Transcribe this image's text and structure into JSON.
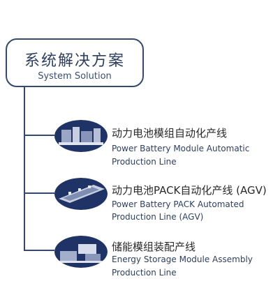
{
  "root": {
    "title_zh": "系统解决方案",
    "title_en": "System Solution"
  },
  "items": [
    {
      "title_zh": "动力电池模组自动化产线",
      "title_en_line1": "Power Battery Module Automatic",
      "title_en_line2": "Production Line"
    },
    {
      "title_zh": "动力电池PACK自动化产线 (AGV)",
      "title_en_line1": "Power Battery PACK Automated",
      "title_en_line2": "Production Line (AGV)"
    },
    {
      "title_zh": "储能模组装配产线",
      "title_en_line1": "Energy Storage Module Assembly",
      "title_en_line2": "Production Line"
    }
  ],
  "colors": {
    "frame": "#33496e",
    "title_text": "#2a2a2a",
    "english_text": "#2e3f60"
  }
}
